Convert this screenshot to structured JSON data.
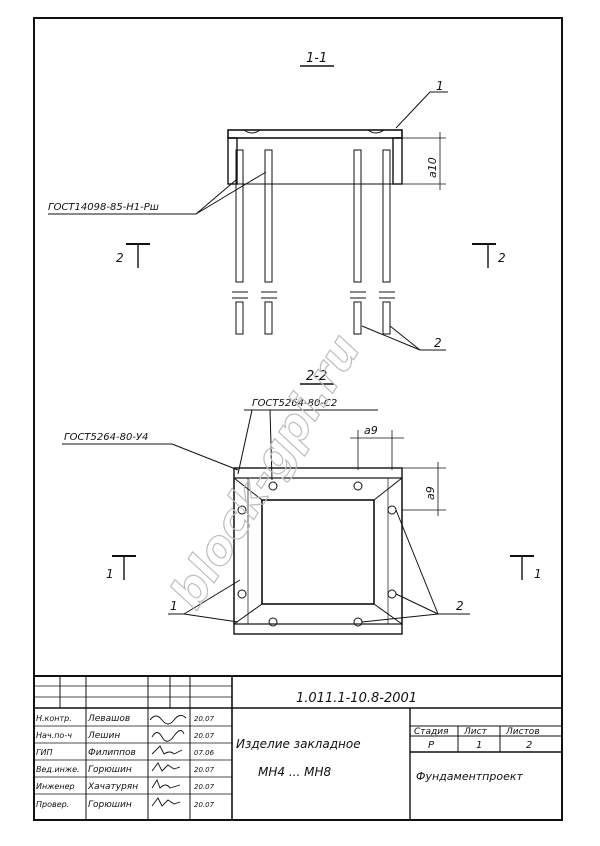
{
  "drawing": {
    "section_1_title": "1-1",
    "section_2_title": "2-2",
    "callout_1": "1",
    "callout_2": "2",
    "gost_weld_top": "ГОСТ14098-85-Н1-Рш",
    "gost_weld_corner": "ГОСТ5264-80-С2",
    "gost_weld_frame": "ГОСТ5264-80-У4",
    "dim_a10": "a10",
    "dim_a9_h": "a9",
    "dim_a9_v": "a9",
    "cut_2_left": "2",
    "cut_2_right": "2",
    "cut_1_left": "1",
    "cut_1_right": "1",
    "label_1_bottom": "1",
    "label_2_bottom": "2"
  },
  "watermark": "block-gpi.ru",
  "title_block": {
    "doc_code": "1.011.1-10.8-2001",
    "product_name": "Изделие закладное",
    "product_range": "МН4 ... МН8",
    "stage_header": "Стадия",
    "sheet_header": "Лист",
    "sheets_header": "Листов",
    "stage_value": "Р",
    "sheet_value": "1",
    "sheets_value": "2",
    "organization": "Фундаментпроект",
    "signers": [
      {
        "role": "Н.контр.",
        "name": "Левашов",
        "date": "20.07"
      },
      {
        "role": "Нач.по-ч",
        "name": "Лешин",
        "date": "20.07"
      },
      {
        "role": "ГИП",
        "name": "Филиппов",
        "date": "07.06"
      },
      {
        "role": "Вед.инже.",
        "name": "Горюшин",
        "date": "20.07"
      },
      {
        "role": "Инженер",
        "name": "Хачатурян",
        "date": "20.07"
      },
      {
        "role": "Провер.",
        "name": "Горюшин",
        "date": "20.07"
      }
    ]
  }
}
